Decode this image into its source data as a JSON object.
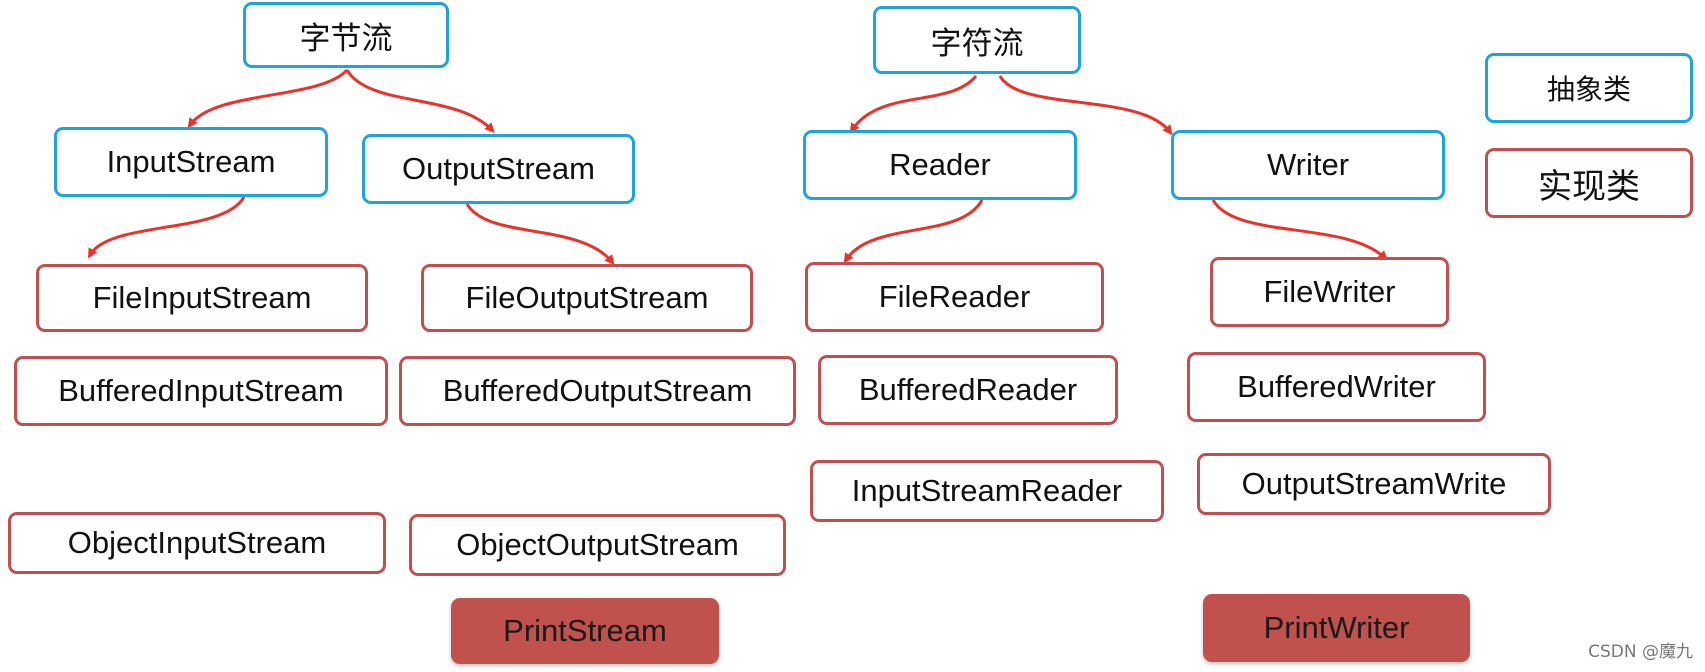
{
  "legend": {
    "abstract_label": "抽象类",
    "concrete_label": "实现类"
  },
  "byte_stream": {
    "root": "字节流",
    "input": {
      "abstract": "InputStream",
      "classes": [
        "FileInputStream",
        "BufferedInputStream",
        "ObjectInputStream"
      ]
    },
    "output": {
      "abstract": "OutputStream",
      "classes": [
        "FileOutputStream",
        "BufferedOutputStream",
        "ObjectOutputStream"
      ],
      "print": "PrintStream"
    }
  },
  "char_stream": {
    "root": "字符流",
    "reader": {
      "abstract": "Reader",
      "classes": [
        "FileReader",
        "BufferedReader",
        "InputStreamReader"
      ]
    },
    "writer": {
      "abstract": "Writer",
      "classes": [
        "FileWriter",
        "BufferedWriter",
        "OutputStreamWrite"
      ],
      "print": "PrintWriter"
    }
  },
  "colors": {
    "abstract_border": "#1ea3da",
    "concrete_border": "#c0504d",
    "filled_box": "#c0514d",
    "arrow": "#e8322a"
  },
  "watermark": "CSDN @魔九"
}
